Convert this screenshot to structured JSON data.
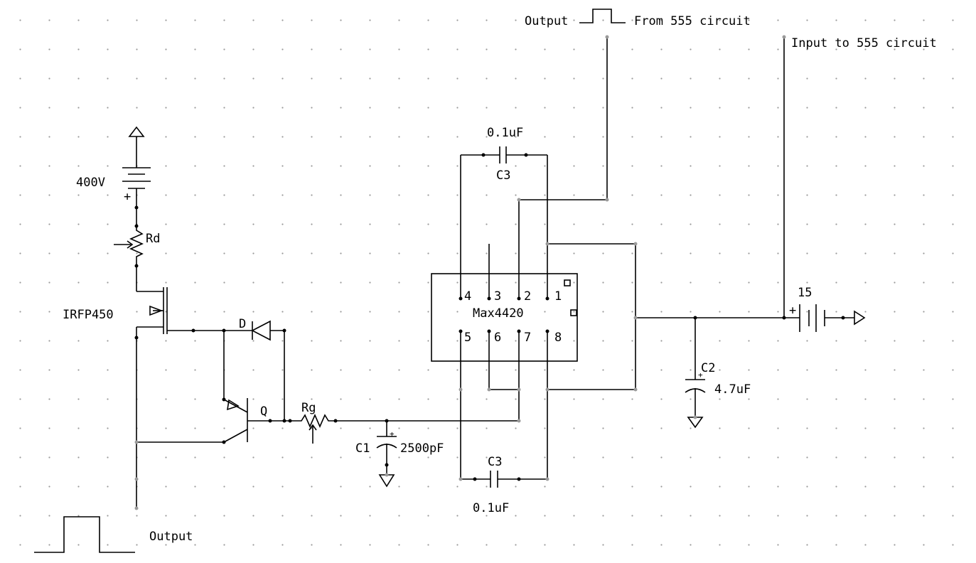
{
  "labels": {
    "top_output": "Output",
    "from_555": "From 555 circuit",
    "input_555": "Input to 555 circuit",
    "vsource": "400V",
    "vsource_plus": "+",
    "rd": "Rd",
    "mosfet": "IRFP450",
    "diode": "D",
    "transistor": "Q",
    "rg": "Rg",
    "c1_name": "C1",
    "c1_value": "2500pF",
    "c1_plus": "+",
    "c3_top_value": "0.1uF",
    "c3_top_name": "C3",
    "c3_bot_name": "C3",
    "c3_bot_value": "0.1uF",
    "ic": "Max4420",
    "pin1": "1",
    "pin2": "2",
    "pin3": "3",
    "pin4": "4",
    "pin5": "5",
    "pin6": "6",
    "pin7": "7",
    "pin8": "8",
    "battery": "15",
    "battery_plus": "+",
    "c2_name": "C2",
    "c2_value": "4.7uF",
    "c2_plus": "+",
    "bottom_output": "Output"
  }
}
